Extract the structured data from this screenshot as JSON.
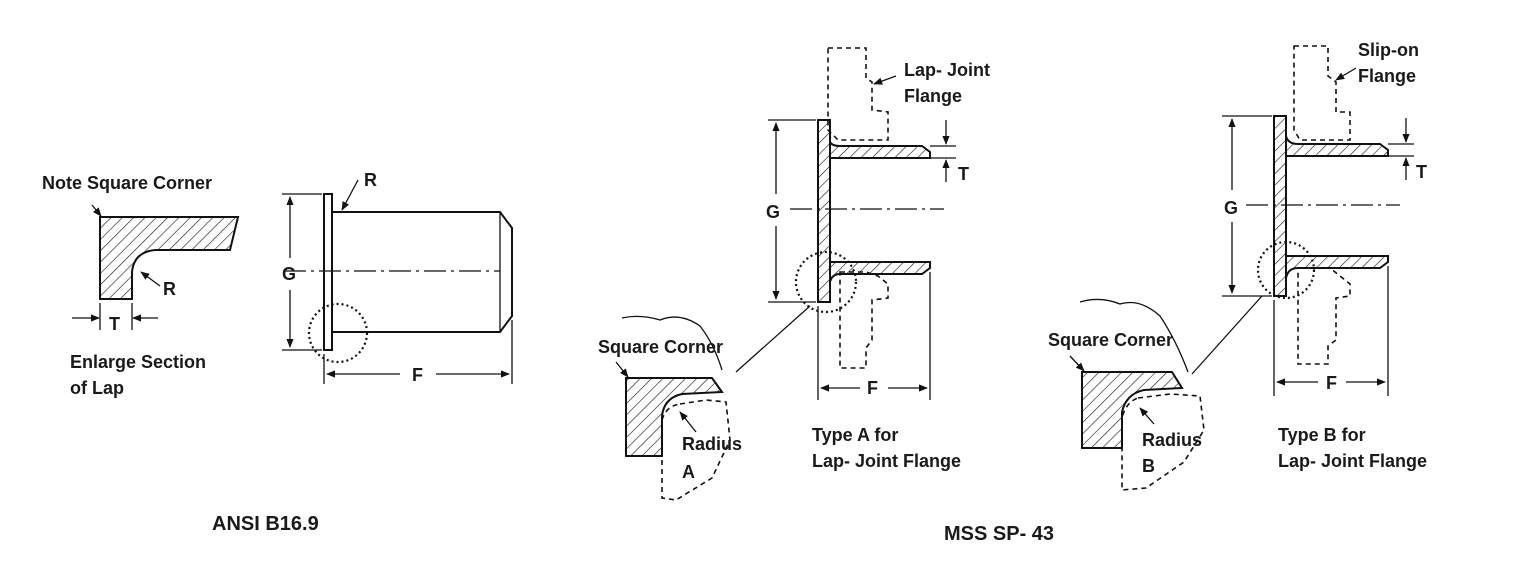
{
  "left": {
    "note_square_corner": "Note Square Corner",
    "r_section": "R",
    "t_section": "T",
    "enlarge_line1": "Enlarge Section",
    "enlarge_line2": "of Lap",
    "r_stub": "R",
    "g_stub": "G",
    "f_stub": "F",
    "caption": "ANSI B16.9"
  },
  "type_a": {
    "flange_line1": "Lap- Joint",
    "flange_line2": "Flange",
    "t_label": "T",
    "g_label": "G",
    "f_label": "F",
    "square_corner": "Square Corner",
    "radius_line1": "Radius",
    "radius_line2": "A",
    "desc_line1": "Type A for",
    "desc_line2": "Lap- Joint Flange"
  },
  "type_b": {
    "flange_line1": "Slip-on",
    "flange_line2": "Flange",
    "t_label": "T",
    "g_label": "G",
    "f_label": "F",
    "square_corner": "Square Corner",
    "radius_line1": "Radius",
    "radius_line2": "B",
    "desc_line1": "Type B for",
    "desc_line2": "Lap- Joint Flange"
  },
  "caption_right": "MSS SP- 43"
}
